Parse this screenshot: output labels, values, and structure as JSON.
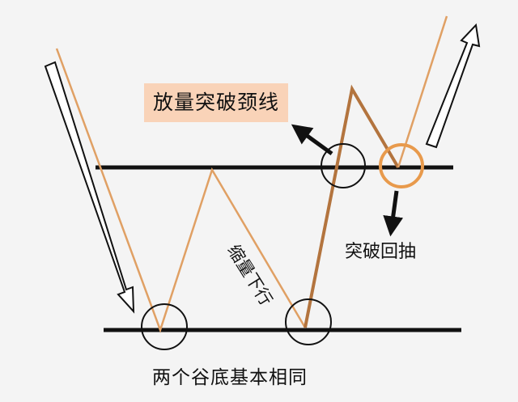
{
  "labels": {
    "breakout_neckline": "放量突破颈线",
    "shrinking_volume_down": "缩量下行",
    "breakout_pullback": "突破回抽",
    "two_bottoms_same": "两个谷底基本相同"
  },
  "colors": {
    "background": "#f4f4f4",
    "price_line": "#e0a064",
    "breakout_line": "#b3743e",
    "label_highlight": "#f9d3b8",
    "pullback_circle": "#e89a4c",
    "line": "#111111"
  }
}
